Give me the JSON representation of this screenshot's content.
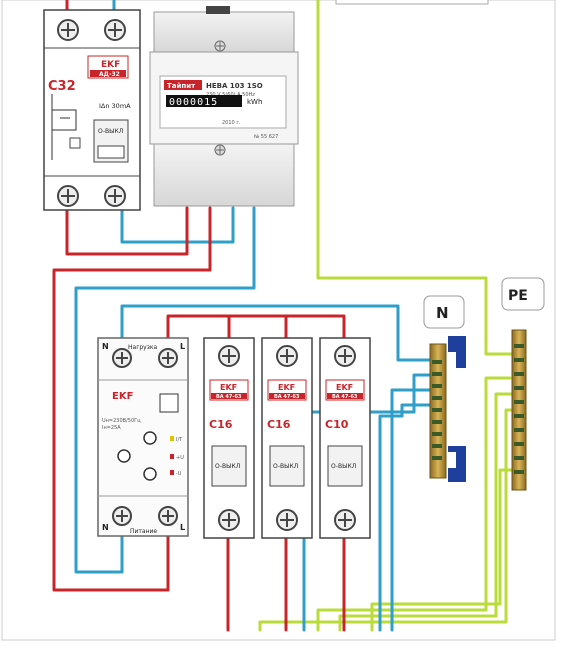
{
  "rcd": {
    "brand": "EKF",
    "model": "АД-32",
    "rating": "C32",
    "leak": "IΔn 30mA",
    "switch_label": "O-ВЫКЛ"
  },
  "meter": {
    "brand": "Тайпит",
    "model": "НЕВА 103 1SO",
    "reading": "0000015",
    "unit": "kWh",
    "serial": "№ 55 627",
    "year": "2010 г.",
    "tech": "230 V 5(60) A 50Hz"
  },
  "relay": {
    "brand": "EKF",
    "load_label": "Нагрузка",
    "power_label": "Питание",
    "terminal_n": "N",
    "terminal_l": "L",
    "spec_line1": "Uн=230В/50Гц",
    "spec_line2": "Iн=25А",
    "led_labels": [
      "I/T",
      "+U",
      "-U"
    ]
  },
  "breakers": [
    {
      "brand": "EKF",
      "model": "ВА 47-63",
      "rating": "C16",
      "switch_label": "O-ВЫКЛ"
    },
    {
      "brand": "EKF",
      "model": "ВА 47-63",
      "rating": "C16",
      "switch_label": "O-ВЫКЛ"
    },
    {
      "brand": "EKF",
      "model": "ВА 47-63",
      "rating": "C10",
      "switch_label": "O-ВЫКЛ"
    }
  ],
  "bus_labels": {
    "neutral": "N",
    "ground": "PE"
  },
  "wire_colors": {
    "phase": "#c8242a",
    "neutral": "#2e9fc9",
    "ground": "#b9dc3a"
  }
}
